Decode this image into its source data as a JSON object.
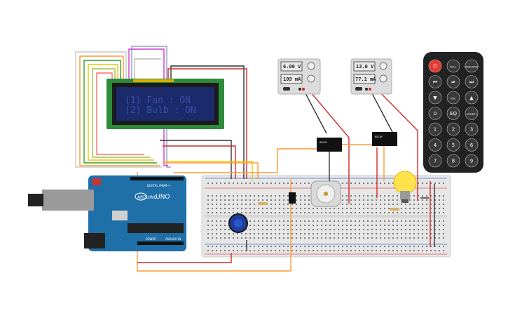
{
  "lcd": {
    "line1": "(1) Fan : ON",
    "line2": "(2) Bulb : ON"
  },
  "supplies": [
    {
      "voltage": "6.00 V",
      "current": "109 mA"
    },
    {
      "voltage": "13.0 V",
      "current": "77.1 mA"
    }
  ],
  "arduino": {
    "brand": "ARDUINO",
    "model": "UNO",
    "digital_label": "DIGITAL (PWM~)",
    "power_label": "POWER",
    "analog_label": "ANALOG IN"
  },
  "remote": {
    "buttons": [
      [
        "⏻",
        "VOL+",
        "FUNC/STOP"
      ],
      [
        "⏮",
        "⏯",
        "⏭"
      ],
      [
        "▼",
        "VOL-",
        "▲"
      ],
      [
        "0",
        "EQ",
        "ST/REPT"
      ],
      [
        "1",
        "2",
        "3"
      ],
      [
        "4",
        "5",
        "6"
      ],
      [
        "7",
        "8",
        "9"
      ]
    ]
  },
  "colors": {
    "board": "#1f6fa8",
    "lcd_bg": "#1a2a6b",
    "lcd_text": "#4f67c8",
    "breadboard": "#e9e9e9",
    "remote": "#222222",
    "power_red": "#e53935"
  }
}
